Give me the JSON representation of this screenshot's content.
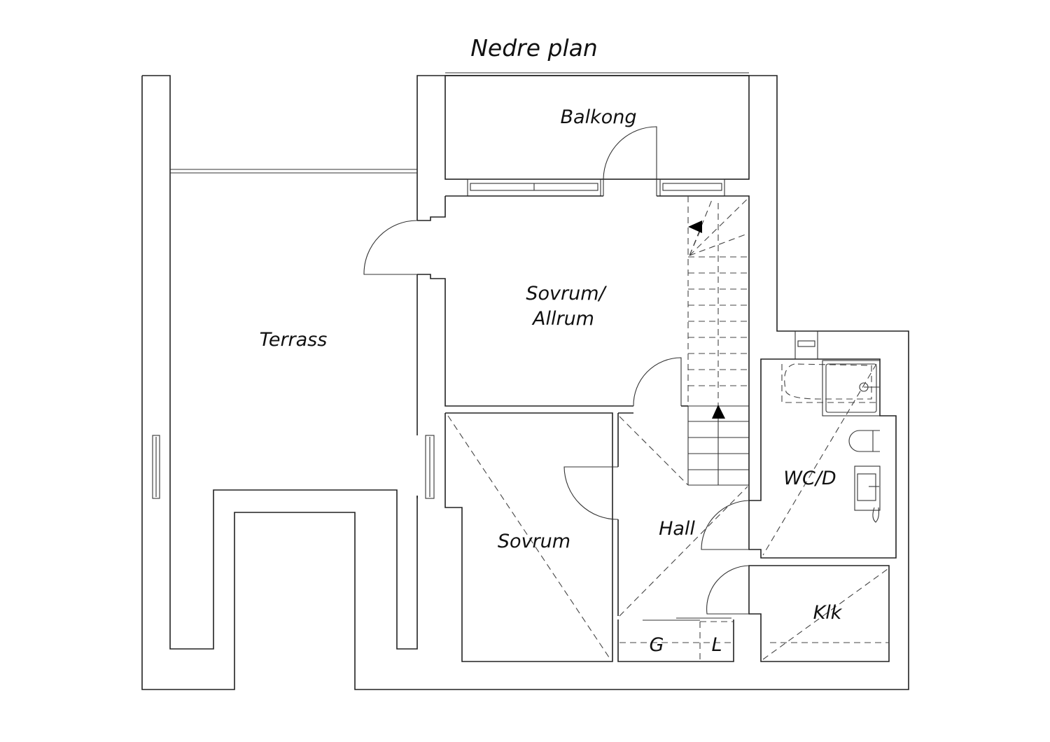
{
  "plan": {
    "title": "Nedre plan",
    "rooms": {
      "balkong": "Balkong",
      "sovrum_allrum_1": "Sovrum/",
      "sovrum_allrum_2": "Allrum",
      "terrass": "Terrass",
      "sovrum": "Sovrum",
      "hall": "Hall",
      "wcd": "WC/D",
      "klk": "Klk",
      "g": "G",
      "l": "L"
    }
  }
}
